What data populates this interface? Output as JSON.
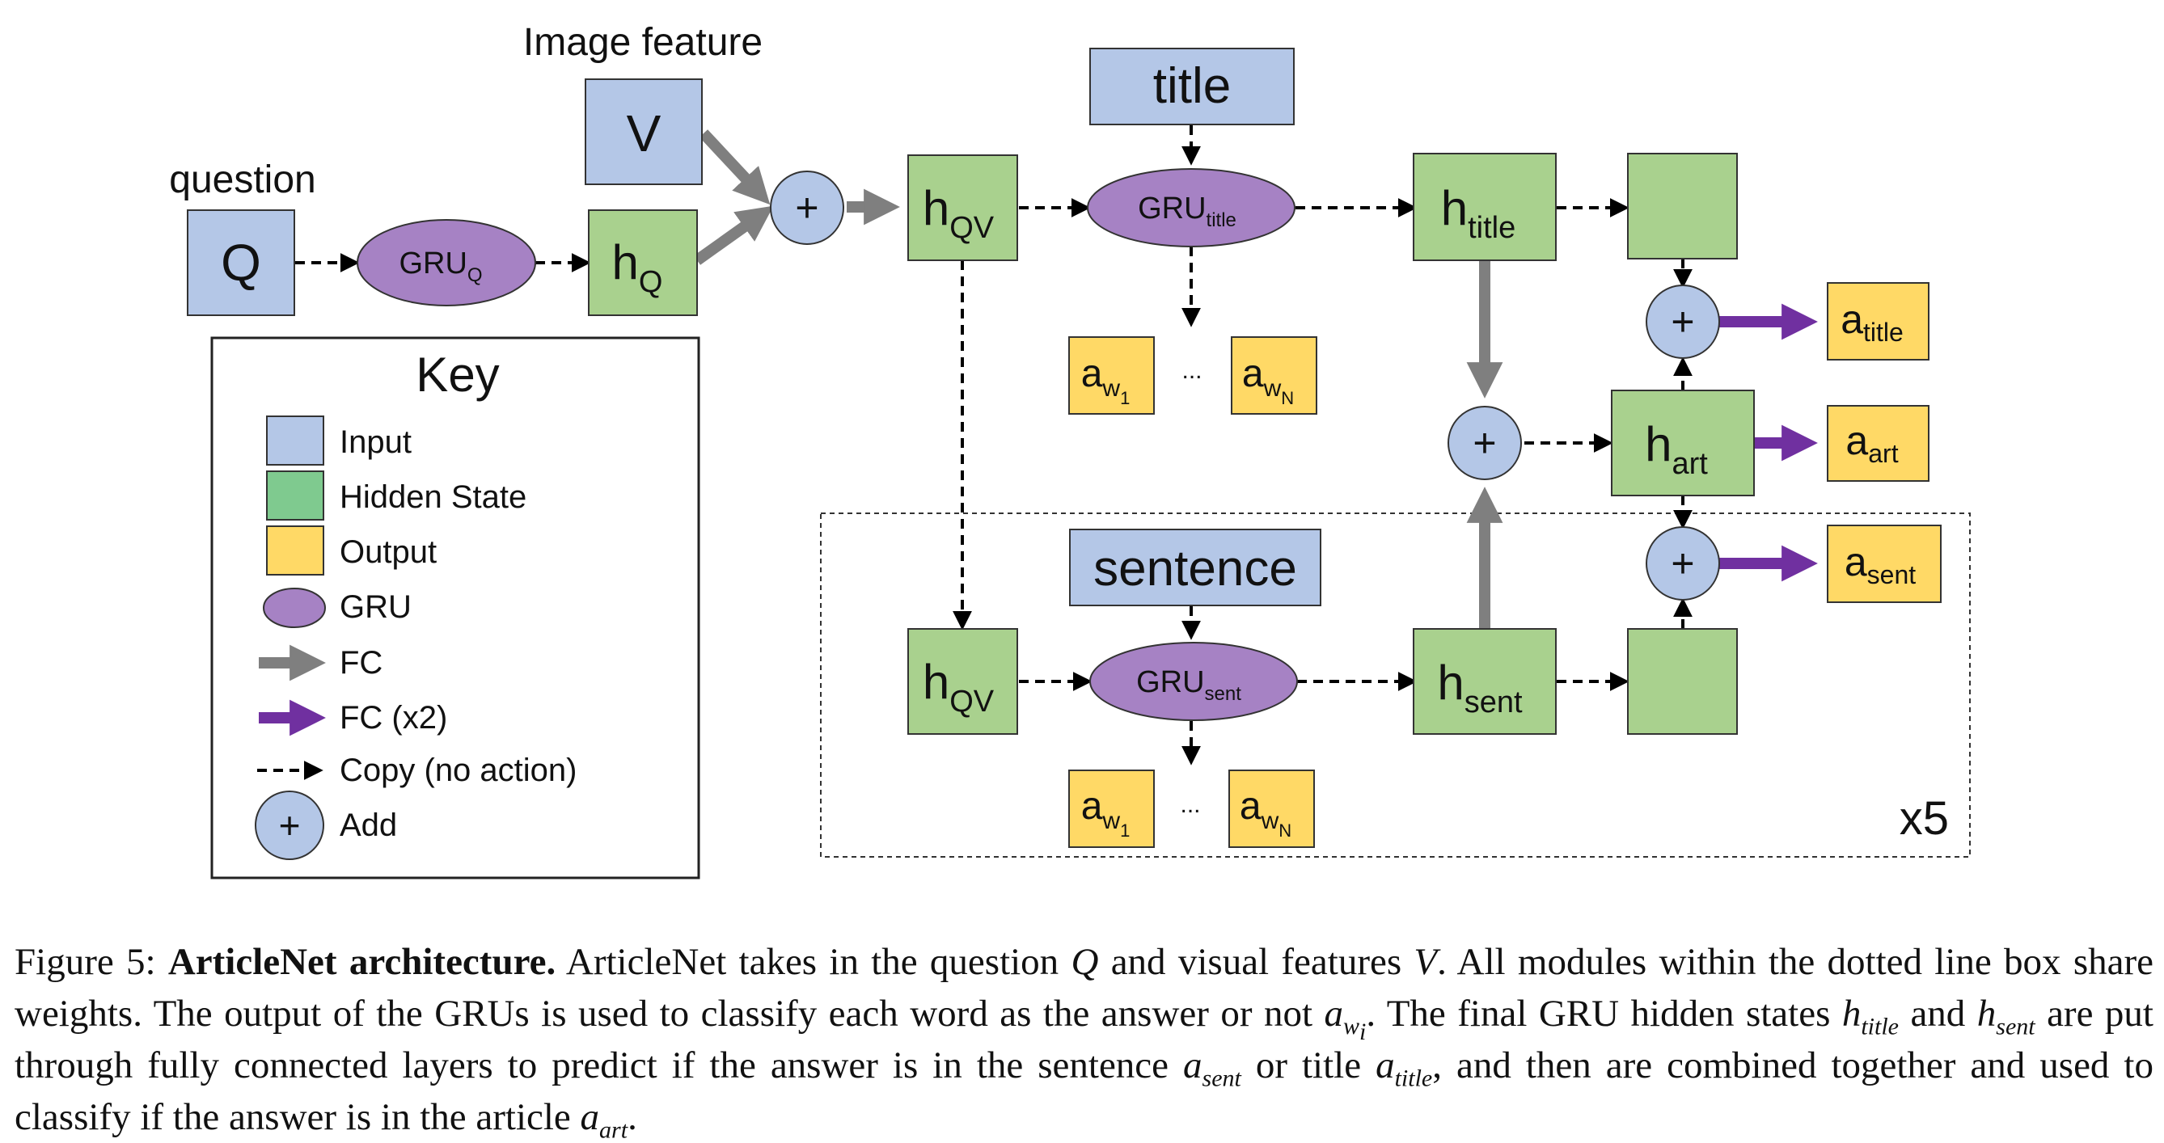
{
  "figure": {
    "labels": {
      "image_feature": "Image feature",
      "question": "question",
      "key_title": "Key",
      "repeat": "x5"
    },
    "nodes": {
      "Q": "Q",
      "V": "V",
      "gru_q": {
        "base": "GRU",
        "sub": "Q"
      },
      "h_q": {
        "base": "h",
        "sub": "Q"
      },
      "h_qv_top": {
        "base": "h",
        "sub": "QV"
      },
      "title": "title",
      "gru_title": {
        "base": "GRU",
        "sub": "title"
      },
      "h_title": {
        "base": "h",
        "sub": "title"
      },
      "aw1_top": {
        "base": "a",
        "sub": "w",
        "subsub": "1"
      },
      "awN_top": {
        "base": "a",
        "sub": "w",
        "subsub": "N"
      },
      "ellipsis_top": "...",
      "a_title": {
        "base": "a",
        "sub": "title"
      },
      "h_art": {
        "base": "h",
        "sub": "art"
      },
      "a_art": {
        "base": "a",
        "sub": "art"
      },
      "a_sent": {
        "base": "a",
        "sub": "sent"
      },
      "sentence": "sentence",
      "h_qv_bottom": {
        "base": "h",
        "sub": "QV"
      },
      "gru_sent": {
        "base": "GRU",
        "sub": "sent"
      },
      "h_sent": {
        "base": "h",
        "sub": "sent"
      },
      "aw1_bottom": {
        "base": "a",
        "sub": "w",
        "subsub": "1"
      },
      "awN_bottom": {
        "base": "a",
        "sub": "w",
        "subsub": "N"
      },
      "ellipsis_bottom": "...",
      "plus": "+"
    },
    "legend": [
      {
        "symbol": "input-square",
        "label": "Input"
      },
      {
        "symbol": "hidden-square",
        "label": "Hidden State"
      },
      {
        "symbol": "output-square",
        "label": "Output"
      },
      {
        "symbol": "gru-ellipse",
        "label": "GRU"
      },
      {
        "symbol": "fc-arrow",
        "label": "FC"
      },
      {
        "symbol": "fc2-arrow",
        "label": "FC (x2)"
      },
      {
        "symbol": "copy-dashed-arrow",
        "label": "Copy (no action)"
      },
      {
        "symbol": "add-circle",
        "label": "Add"
      }
    ],
    "colors": {
      "input": "#b4c7e7",
      "hidden": "#a9d18e",
      "output": "#ffd966",
      "gru": "#a682c4",
      "fc": "#7f7f7f",
      "fc2": "#7030a0",
      "stroke": "#333333"
    }
  },
  "caption": {
    "figure_label": "Figure 5:",
    "title": "ArticleNet architecture.",
    "p1": " ArticleNet takes in the question ",
    "Q": "Q",
    "p2": " and visual features ",
    "V": "V",
    "p3": ". All modules within the dotted line box share weights. The output of the GRUs is used to classify each word as the answer or not ",
    "a_wi": {
      "base": "a",
      "sub": "w",
      "subsub": "i"
    },
    "p4": ". The final GRU hidden states ",
    "h_title": {
      "base": "h",
      "sub": "title"
    },
    "p5": " and ",
    "h_sent": {
      "base": "h",
      "sub": "sent"
    },
    "p6": " are put through fully connected layers to predict if the answer is in the sentence ",
    "a_sent": {
      "base": "a",
      "sub": "sent"
    },
    "p7": " or title ",
    "a_title": {
      "base": "a",
      "sub": "title"
    },
    "p8": ", and then are combined together and used to classify if the answer is in the article ",
    "a_art": {
      "base": "a",
      "sub": "art"
    },
    "p9": "."
  }
}
